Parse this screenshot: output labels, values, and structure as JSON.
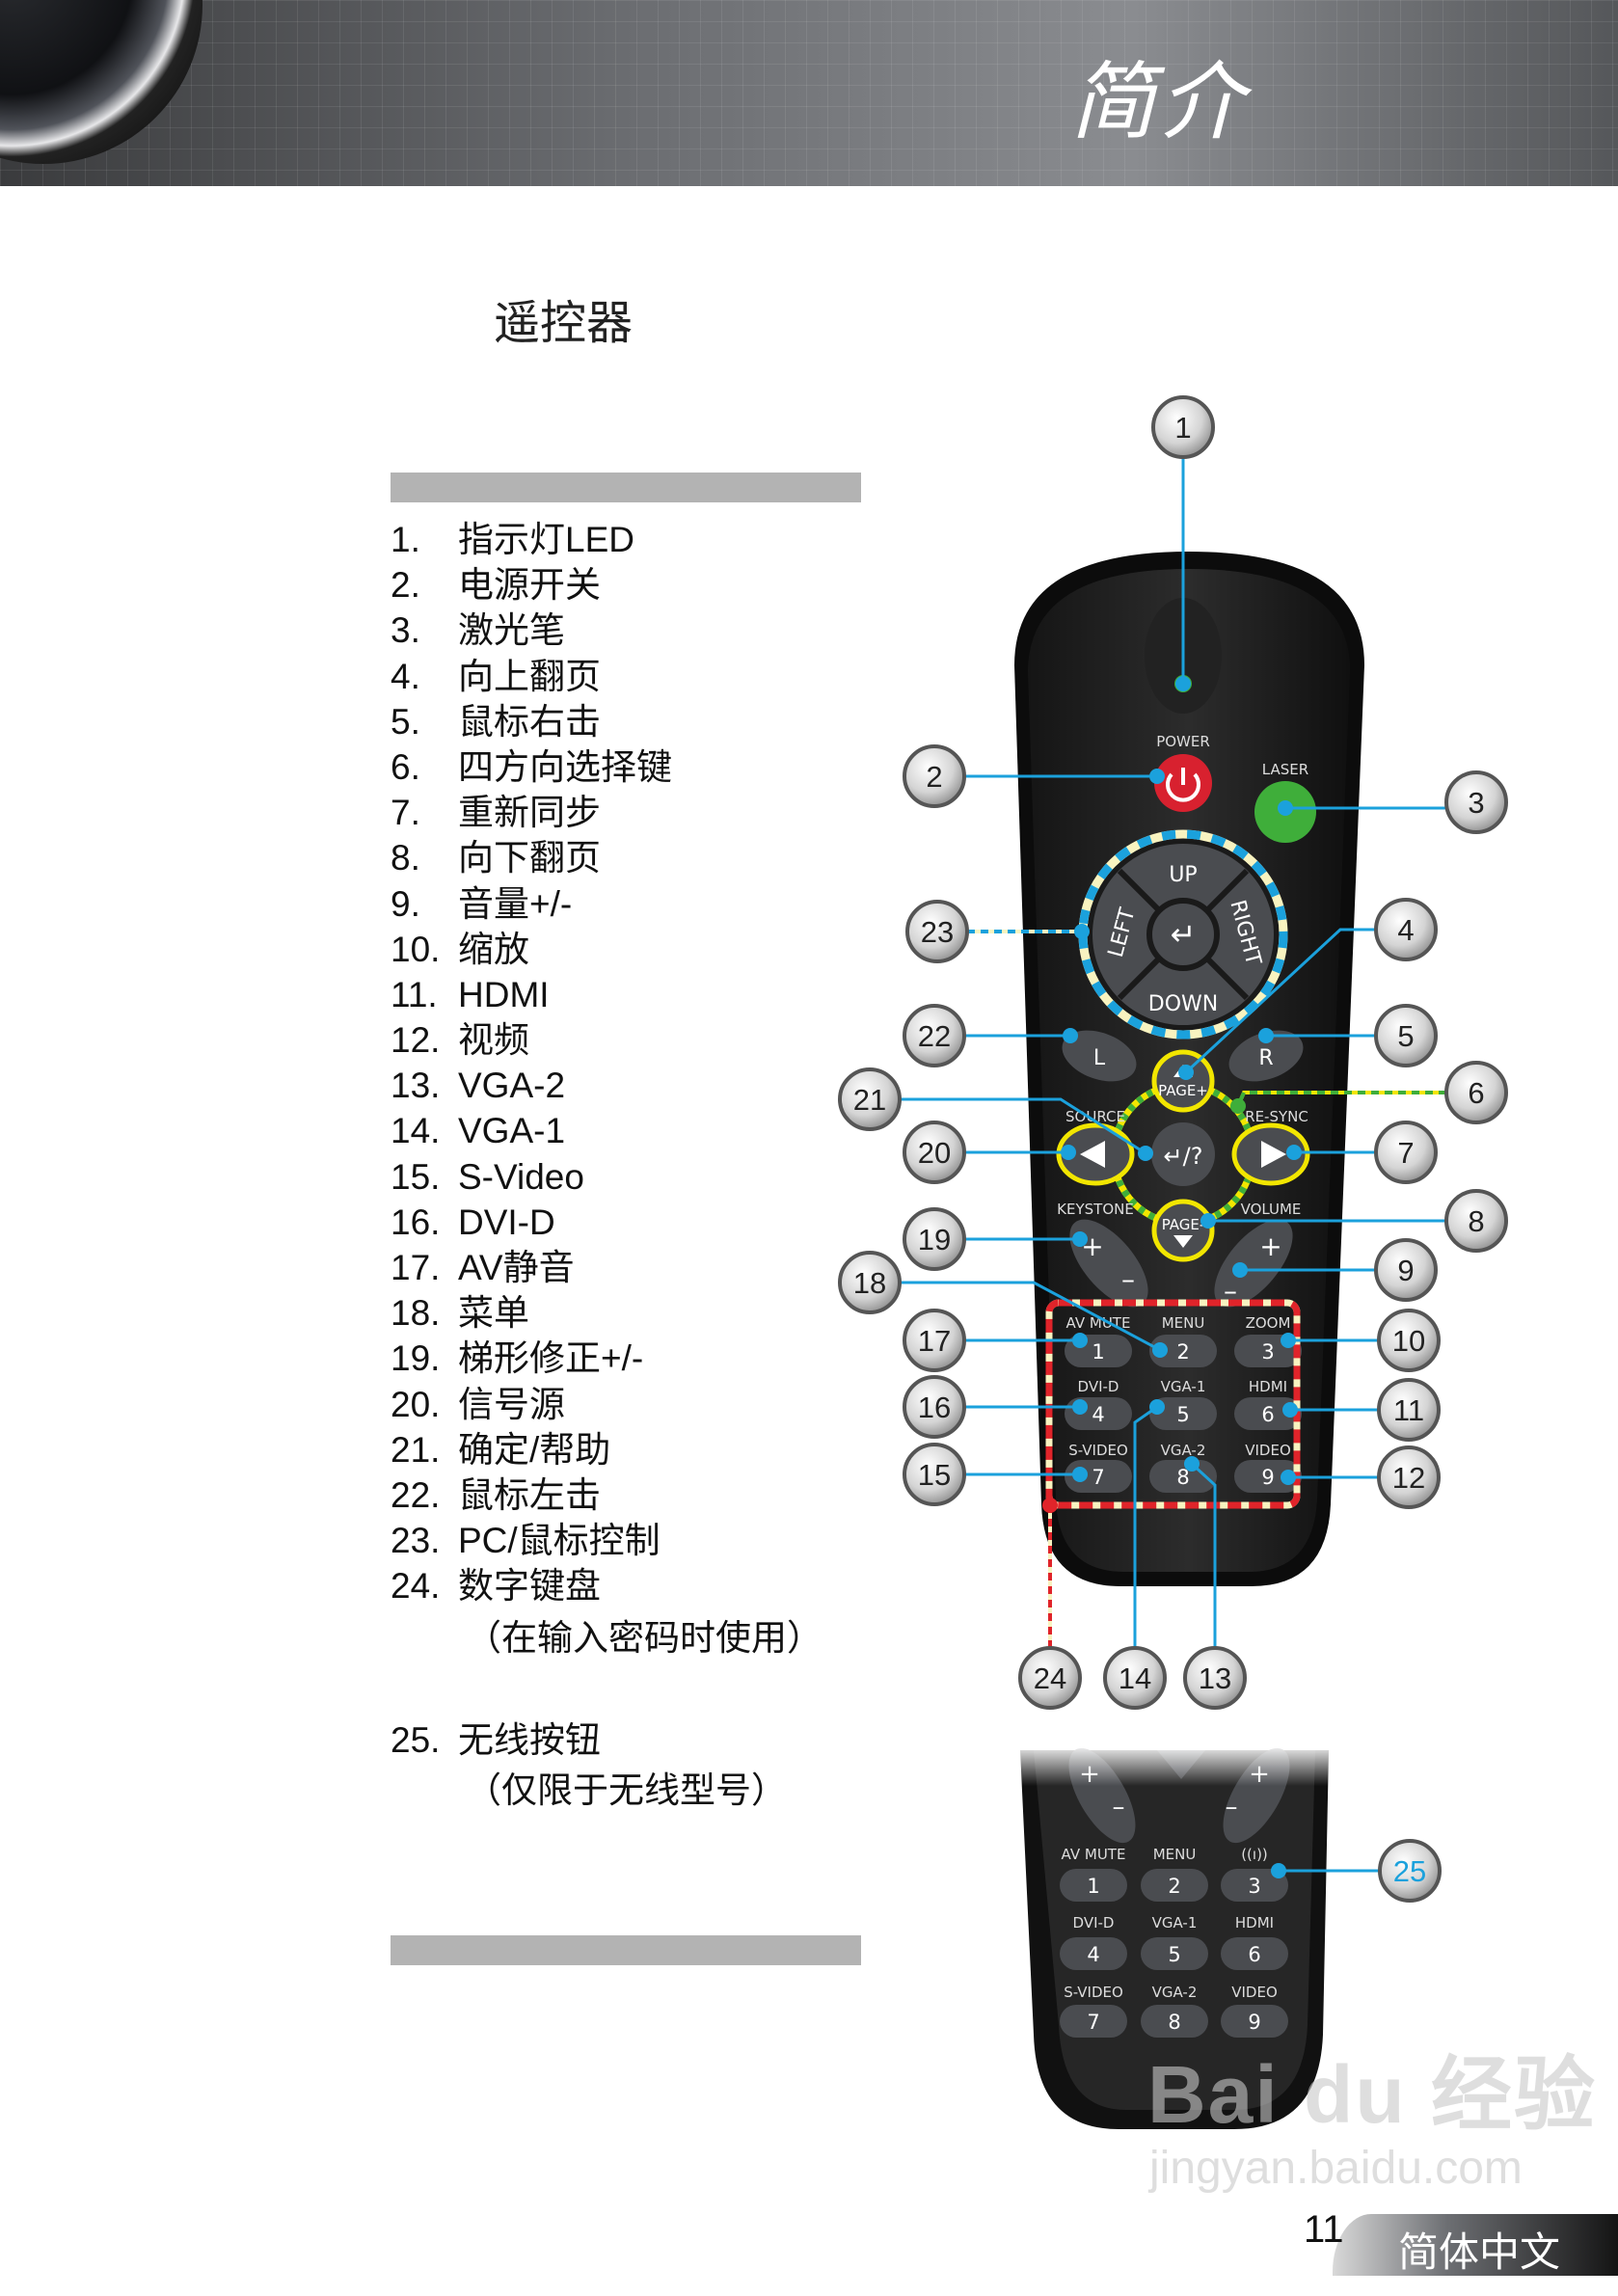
{
  "header": {
    "title": "简介"
  },
  "section_title": "遥控器",
  "items": [
    {
      "num": "1.",
      "label": "指示灯LED"
    },
    {
      "num": "2.",
      "label": "电源开关"
    },
    {
      "num": "3.",
      "label": "激光笔"
    },
    {
      "num": "4.",
      "label": "向上翻页"
    },
    {
      "num": "5.",
      "label": "鼠标右击"
    },
    {
      "num": "6.",
      "label": "四方向选择键"
    },
    {
      "num": "7.",
      "label": "重新同步"
    },
    {
      "num": "8.",
      "label": "向下翻页"
    },
    {
      "num": "9.",
      "label": "音量+/-"
    },
    {
      "num": "10.",
      "label": "缩放"
    },
    {
      "num": "11.",
      "label": "HDMI"
    },
    {
      "num": "12.",
      "label": "视频"
    },
    {
      "num": "13.",
      "label": "VGA-2"
    },
    {
      "num": "14.",
      "label": "VGA-1"
    },
    {
      "num": "15.",
      "label": "S-Video"
    },
    {
      "num": "16.",
      "label": "DVI-D"
    },
    {
      "num": "17.",
      "label": "AV静音"
    },
    {
      "num": "18.",
      "label": "菜单"
    },
    {
      "num": "19.",
      "label": "梯形修正+/-"
    },
    {
      "num": "20.",
      "label": "信号源"
    },
    {
      "num": "21.",
      "label": "确定/帮助"
    },
    {
      "num": "22.",
      "label": "鼠标左击"
    },
    {
      "num": "23.",
      "label": "PC/鼠标控制"
    },
    {
      "num": "24.",
      "label": "数字键盘"
    }
  ],
  "item24_note": "（在输入密码时使用）",
  "item25": {
    "num": "25.",
    "label": "无线按钮",
    "note": "（仅限于无线型号）"
  },
  "remote": {
    "power": "POWER",
    "laser": "LASER",
    "up": "UP",
    "down": "DOWN",
    "left": "LEFT",
    "right": "RIGHT",
    "l": "L",
    "r": "R",
    "page_up": "PAGE+",
    "page_down": "PAGE-",
    "source": "SOURCE",
    "resync": "RE-SYNC",
    "keystone": "KEYSTONE",
    "volume": "VOLUME",
    "enter_help": "↵/?",
    "plus": "+",
    "minus": "–",
    "keys": [
      {
        "label": "AV MUTE",
        "num": "1"
      },
      {
        "label": "MENU",
        "num": "2"
      },
      {
        "label": "ZOOM",
        "num": "3"
      },
      {
        "label": "DVI-D",
        "num": "4"
      },
      {
        "label": "VGA-1",
        "num": "5"
      },
      {
        "label": "HDMI",
        "num": "6"
      },
      {
        "label": "S-VIDEO",
        "num": "7"
      },
      {
        "label": "VGA-2",
        "num": "8"
      },
      {
        "label": "VIDEO",
        "num": "9"
      }
    ],
    "wireless_keys": [
      {
        "label": "AV MUTE",
        "num": "1"
      },
      {
        "label": "MENU",
        "num": "2"
      },
      {
        "label": "((ı))",
        "num": "3"
      },
      {
        "label": "DVI-D",
        "num": "4"
      },
      {
        "label": "VGA-1",
        "num": "5"
      },
      {
        "label": "HDMI",
        "num": "6"
      },
      {
        "label": "S-VIDEO",
        "num": "7"
      },
      {
        "label": "VGA-2",
        "num": "8"
      },
      {
        "label": "VIDEO",
        "num": "9"
      }
    ]
  },
  "callouts": [
    "1",
    "2",
    "3",
    "23",
    "4",
    "22",
    "5",
    "21",
    "6",
    "20",
    "7",
    "19",
    "8",
    "18",
    "9",
    "17",
    "10",
    "16",
    "11",
    "15",
    "12",
    "24",
    "14",
    "13",
    "25"
  ],
  "colors": {
    "callout_line": "#1ba1dc",
    "power": "#d8212f",
    "laser": "#3fae3a",
    "highlight_red": "#e0242a",
    "highlight_yellow": "#f2e600",
    "callout_25_text": "#1ba1dc"
  },
  "footer": {
    "page": "11",
    "language": "简体中文"
  },
  "watermark": {
    "brand": "Bai du 经验",
    "url": "jingyan.baidu.com"
  }
}
